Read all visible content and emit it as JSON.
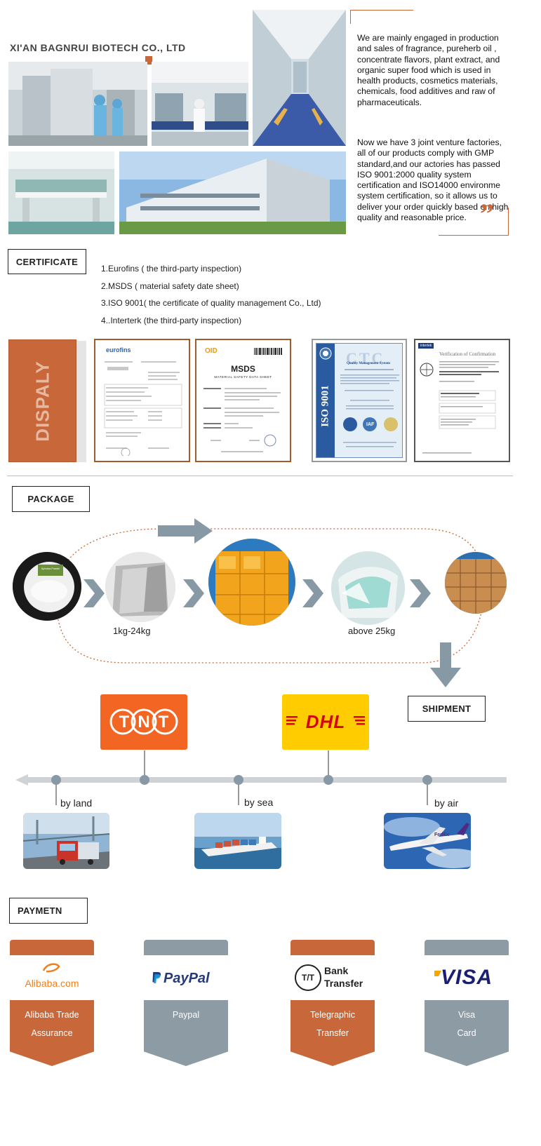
{
  "header": {
    "company": "XI'AN BAGNRUI BIOTECH CO., LTD",
    "intro_p1": "We are mainly engaged in production and sales of fragrance,  pureherb oil , concentrate flavors, plant extract, and organic super food which is used in health products, cosmetics materials, chemicals, food additives and raw of pharmaceuticals.",
    "intro_p2": "Now we have 3 joint venture factories, all of our products comply with GMP standard,and our actories has passed ISO 9001:2000 quality system certification and ISO14000 environme system certification, so it allows us to deliver your order quickly based on high quality and reasonable price.",
    "quote_mark": "”"
  },
  "certificate": {
    "title": "CERTIFICATE",
    "items": [
      "1.Eurofins ( the third-party inspection)",
      "2.MSDS ( material safety date sheet)",
      "3.ISO 9001( the  certificate of quality management Co., Ltd)",
      "4..Interterk (the third-party inspection)"
    ],
    "display_label": "DISPALY",
    "eurofins_logo": "eurofins",
    "msds_brand": "OID",
    "msds_title": "MSDS",
    "msds_sub": "MATERIAL SAFETY DATA SHEET",
    "iso_vertical": "ISO 9001",
    "iso_logo": "CTC",
    "iso_heading": "Quality Management System",
    "iaf": "IAF",
    "intertek_brand": "intertek",
    "intertek_title": "Verification of Confirmation"
  },
  "package": {
    "title": "PACKAGE",
    "small_label": "1kg-24kg",
    "large_label": "above 25kg",
    "product_tag": "Spirulina Powder"
  },
  "shipment": {
    "title": "SHIPMENT",
    "tnt": "TNT",
    "dhl": "DHL",
    "by_land": "by land",
    "by_sea": "by sea",
    "by_air": "by air",
    "fedex": "FedEx"
  },
  "payment": {
    "title": "PAYMETN",
    "cards": [
      {
        "line1": "Alibaba Trade",
        "line2": "Assurance",
        "logo": "Alibaba.com"
      },
      {
        "line1": "Paypal",
        "line2": "",
        "logo": "PayPal"
      },
      {
        "line1": "Telegraphic",
        "line2": "Transfer",
        "logo_mark": "T/T",
        "logo_l1": "Bank",
        "logo_l2": "Transfer"
      },
      {
        "line1": "Visa",
        "line2": "Card",
        "logo": "VISA"
      }
    ]
  },
  "colors": {
    "orange": "#c8683a",
    "grey": "#8c9ba4",
    "tnt": "#f26522",
    "dhl_yellow": "#ffcc00",
    "dhl_red": "#d40511",
    "arrow": "#8899a6"
  }
}
